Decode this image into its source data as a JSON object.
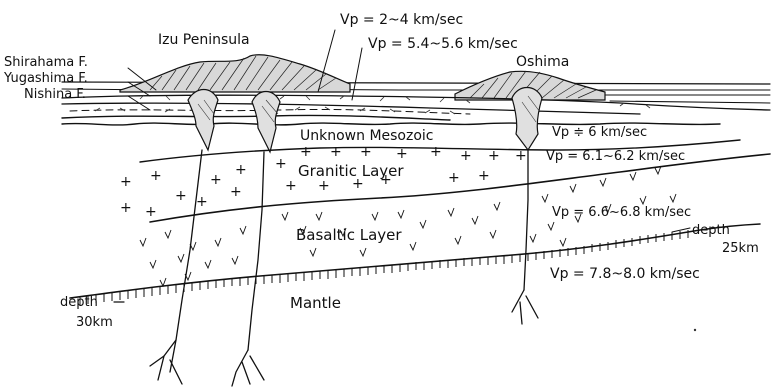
{
  "labels": {
    "izu_peninsula": "Izu Peninsula",
    "oshima": "Oshima",
    "vp_surface": "Vp = 2~4 km/sec",
    "vp_volcanic": "Vp = 5.4~5.6 km/sec",
    "shirahama": "Shirahama F.",
    "yugashima": "Yugashima F.",
    "nishina": "Nishina F.",
    "unknown_mesozoic": "Unknown Mesozoic",
    "vp_mesozoic": "Vp ≑ 6 km/sec",
    "vp_granitic": "Vp = 6.1~6.2 km/sec",
    "granitic_layer": "Granitic Layer",
    "vp_basaltic": "Vp = 6.6~6.8 km/sec",
    "basaltic_layer": "Basaltic Layer",
    "depth_25_word": "depth",
    "depth_25_value": "25km",
    "vp_mantle": "Vp = 7.8~8.0 km/sec",
    "depth_30_word": "depth",
    "depth_30_value": "30km",
    "mantle": "Mantle"
  }
}
